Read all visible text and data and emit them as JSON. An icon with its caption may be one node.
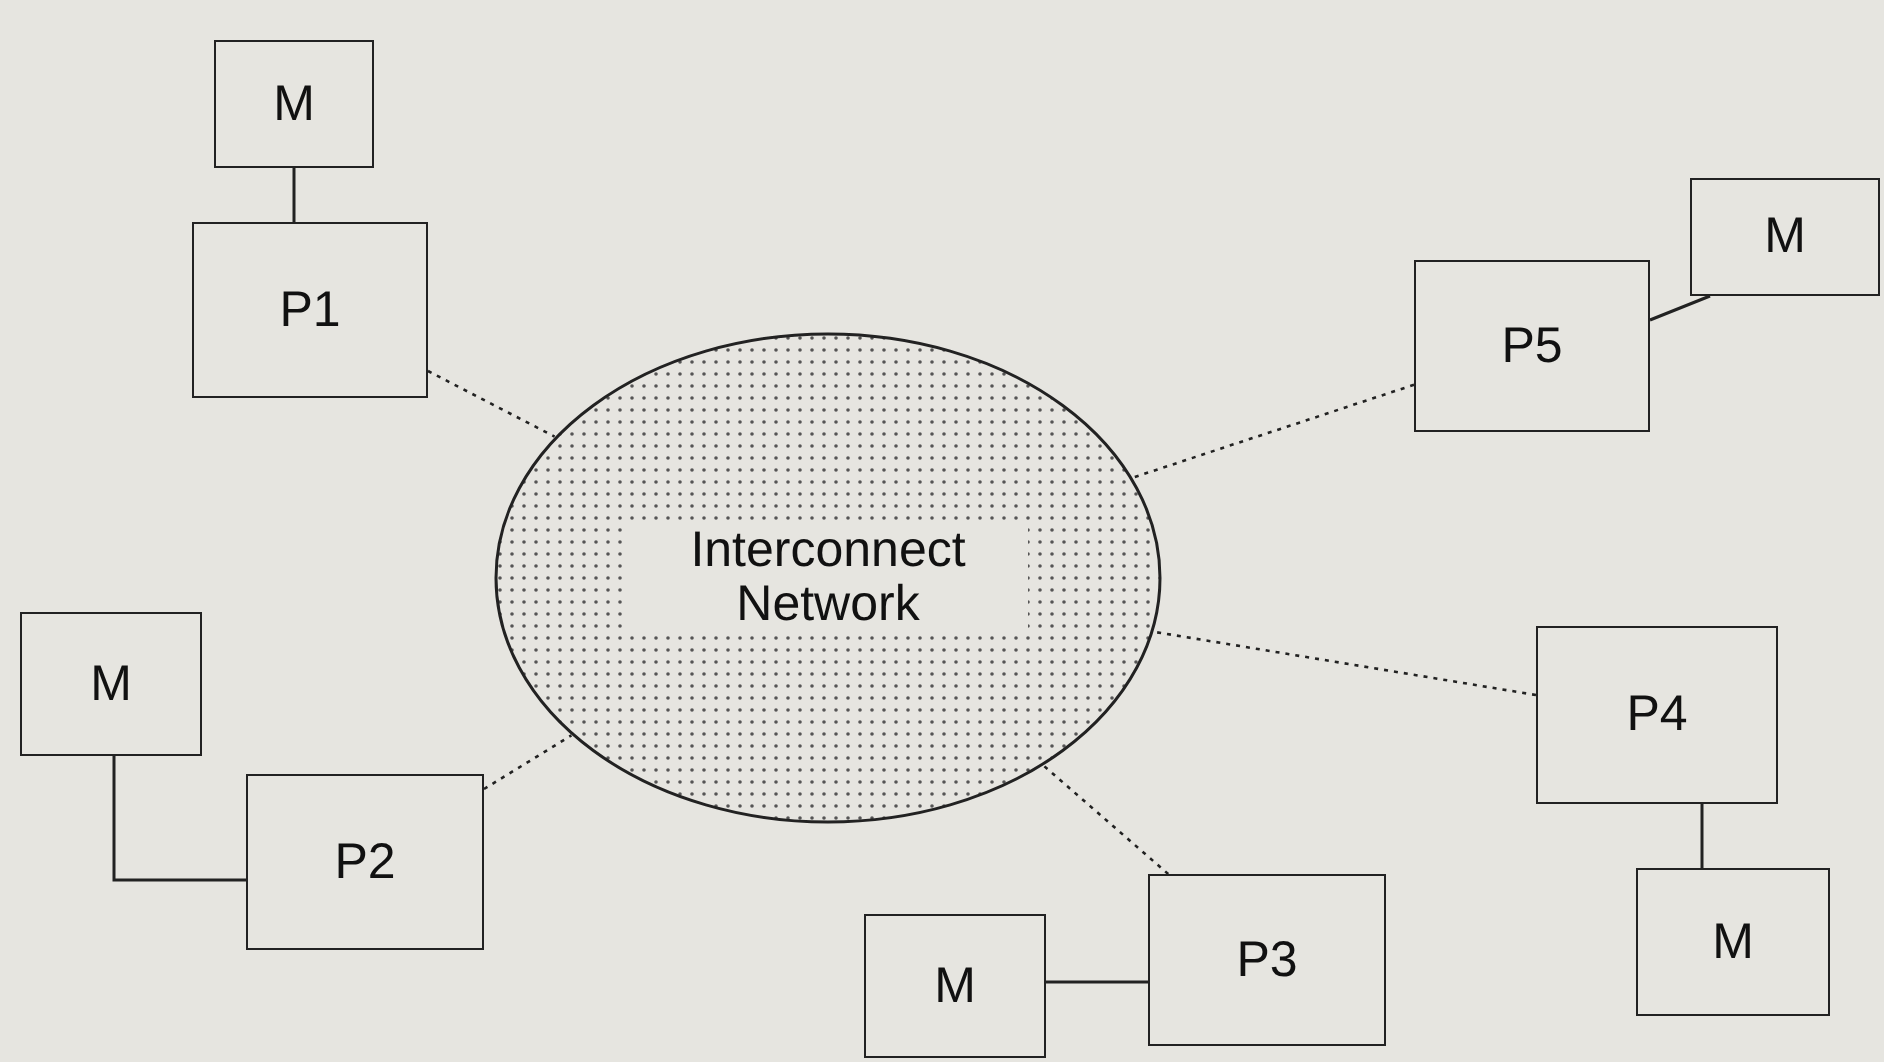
{
  "diagram": {
    "nodes": [
      {
        "text": [
          "M"
        ]
      },
      {
        "text": [
          "P1"
        ]
      },
      {
        "text": [
          "Interconnect Network"
        ]
      },
      {
        "text": [
          "M"
        ]
      },
      {
        "text": [
          "P5"
        ]
      },
      {
        "text": [
          "M"
        ]
      },
      {
        "text": [
          "P2"
        ]
      },
      {
        "text": [
          "P4"
        ]
      },
      {
        "text": [
          "M"
        ]
      },
      {
        "text": [
          "M"
        ]
      },
      {
        "text": [
          "P3"
        ]
      }
    ],
    "edges": [
      {
        "from": 0,
        "to": 1,
        "arrow": "none"
      },
      {
        "from": 1,
        "to": 2,
        "arrow": "none",
        "style": "dashed"
      },
      {
        "from": 4,
        "to": 3,
        "arrow": "none"
      },
      {
        "from": 4,
        "to": 2,
        "arrow": "none",
        "style": "dashed"
      },
      {
        "from": 5,
        "to": 6,
        "arrow": "none"
      },
      {
        "from": 6,
        "to": 2,
        "arrow": "none",
        "style": "dashed"
      },
      {
        "from": 7,
        "to": 2,
        "arrow": "none",
        "style": "dashed"
      },
      {
        "from": 7,
        "to": 8,
        "arrow": "none"
      },
      {
        "from": 9,
        "to": 10,
        "arrow": "none"
      },
      {
        "from": 10,
        "to": 2,
        "arrow": "none",
        "style": "dashed"
      }
    ]
  }
}
